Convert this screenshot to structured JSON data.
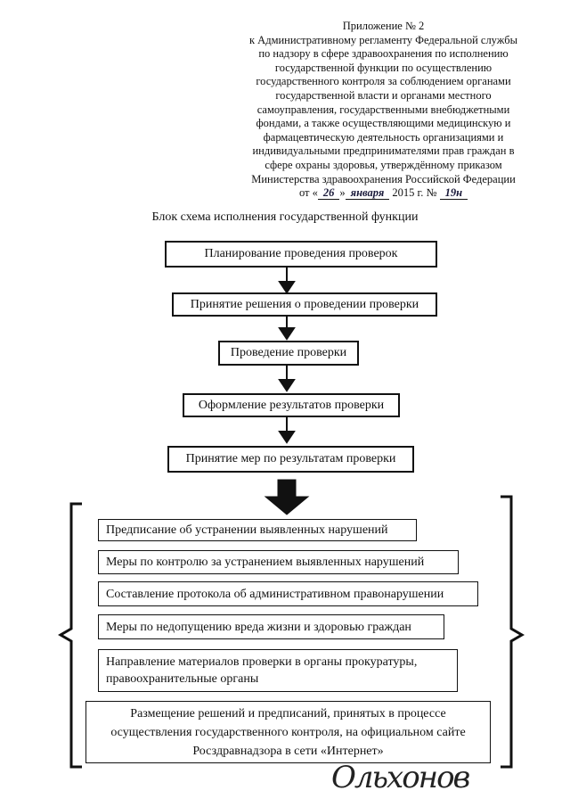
{
  "header": {
    "lines": [
      "Приложение № 2",
      "к Административному  регламенту Федеральной службы",
      "по надзору в сфере здравоохранения по исполнению",
      "государственной функции по осуществлению",
      "государственного контроля за соблюдением органами",
      "государственной власти и органами местного",
      "самоуправления, государственными внебюджетными",
      "фондами, а также осуществляющими медицинскую и",
      "фармацевтическую деятельность организациями и",
      "индивидуальными предпринимателями прав граждан в",
      "сфере охраны здоровья, утверждённому  приказом",
      "Министерства здравоохранения Российской Федерации"
    ],
    "date_prefix": "от «",
    "day": "26",
    "date_mid": "»",
    "month": "января",
    "year_text": "2015 г. №",
    "number": "19н"
  },
  "title": "Блок схема исполнения государственной функции",
  "steps": [
    "Планирование  проведения проверок",
    "Принятие решения о проведении проверки",
    "Проведение проверки",
    "Оформление результатов проверки",
    "Принятие мер по результатам проверки"
  ],
  "measures": [
    "Предписание об устранении выявленных нарушений",
    "Меры по контролю за устранением выявленных нарушений",
    "Составление протокола об административном правонарушении",
    "Меры по недопущению вреда жизни и здоровью граждан",
    "Направление материалов проверки в органы прокуратуры, правоохранительные органы",
    "Размещение решений и предписаний, принятых  в процессе осуществления государственного контроля, на официальном сайте Росздравнадзора в сети «Интернет»"
  ],
  "signature": "Ольхонов"
}
